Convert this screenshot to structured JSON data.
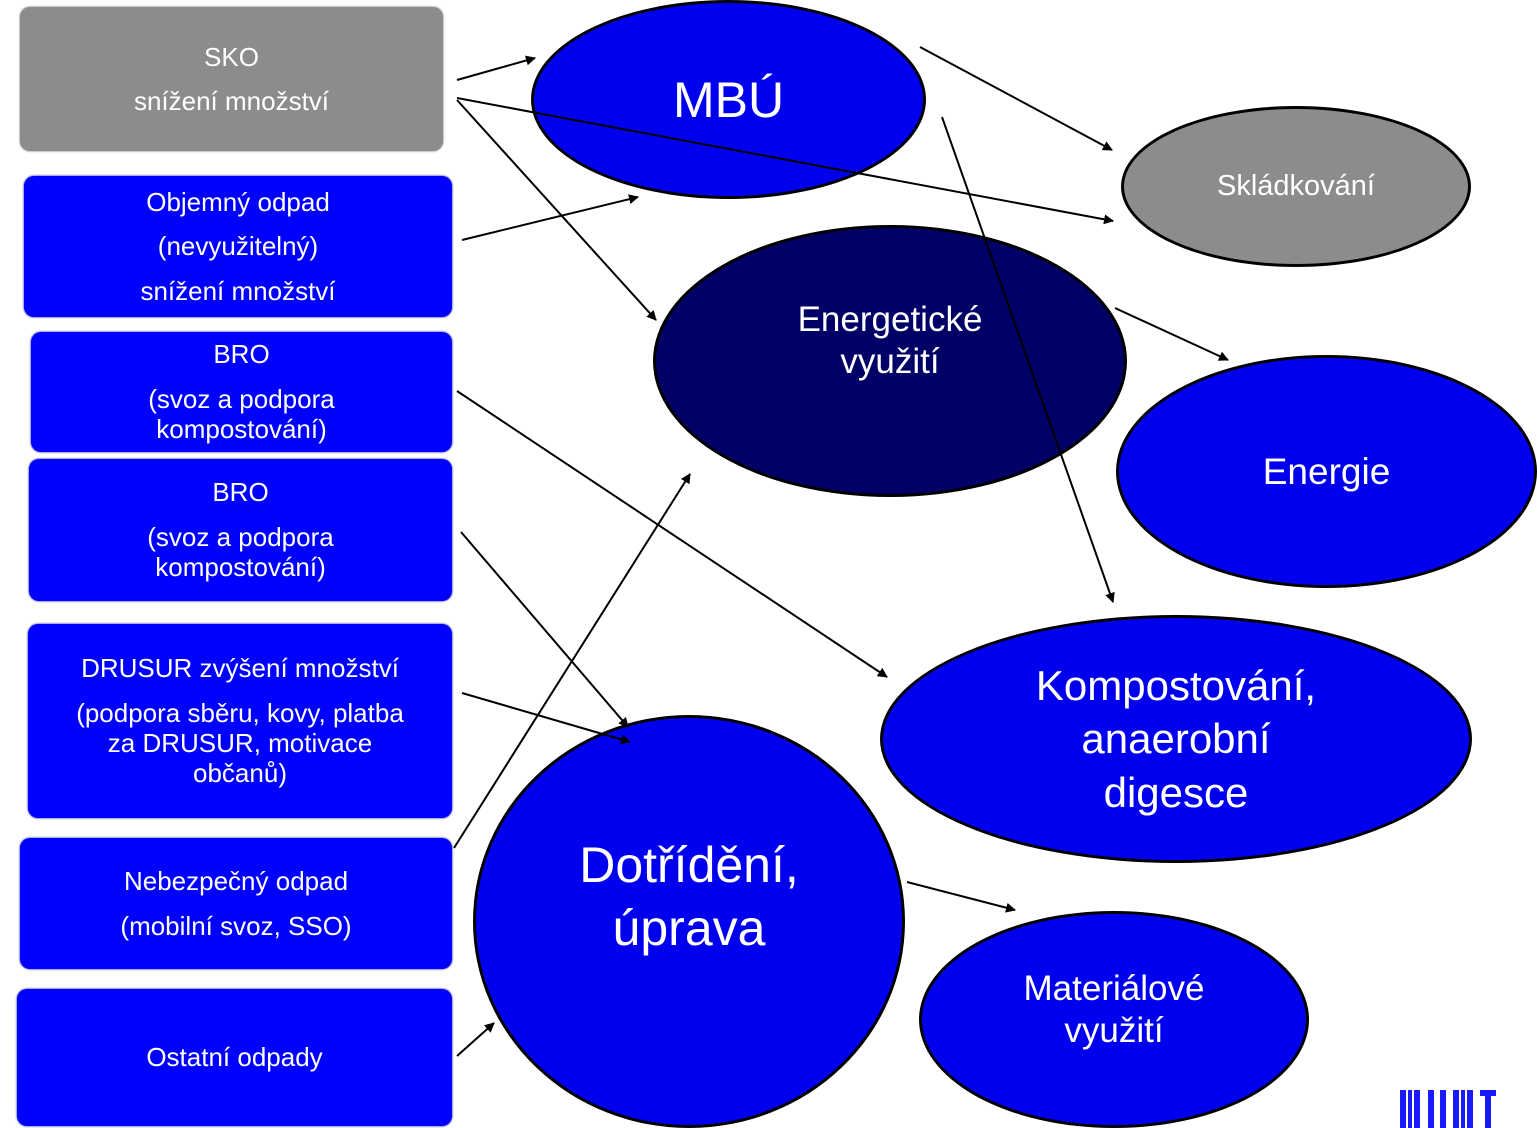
{
  "colors": {
    "box_blue": "#0000ff",
    "box_grey": "#8c8c8c",
    "ellipse_blue": "#0000ee",
    "ellipse_navy": "#000066",
    "ellipse_grey": "#8c8c8c",
    "arrow": "#000000",
    "logo": "#1a1aff"
  },
  "sources": {
    "sko": {
      "title": "SKO",
      "sub": "snížení množství"
    },
    "objemny": {
      "l1": "Objemný odpad",
      "l2": "(nevyužitelný)",
      "l3": "snížení množství"
    },
    "bro1": {
      "l1": "BRO",
      "l2": "(svoz a podpora",
      "l3": "kompostování)"
    },
    "bro2": {
      "l1": "BRO",
      "l2": "(svoz a podpora",
      "l3": "kompostování)"
    },
    "drusur": {
      "l1": "DRUSUR zvýšení množství",
      "l2": "(podpora sběru, kovy, platba",
      "l3": "za DRUSUR, motivace",
      "l4": "občanů)"
    },
    "nebezpecny": {
      "l1": "Nebezpečný odpad",
      "l2": "(mobilní svoz, SSO)"
    },
    "ostatni": {
      "l1": "Ostatní odpady"
    }
  },
  "targets": {
    "mbu": {
      "label": "MBÚ"
    },
    "skladkovani": {
      "label": "Skládkování"
    },
    "energeticke": {
      "l1": "Energetické",
      "l2": "využití"
    },
    "energie": {
      "label": "Energie"
    },
    "kompostovani": {
      "l1": "Kompostování,",
      "l2": "anaerobní",
      "l3": "digesce"
    },
    "dotrideni": {
      "l1": "Dotřídění,",
      "l2": "úprava"
    },
    "materialove": {
      "l1": "Materiálové",
      "l2": "využití"
    }
  },
  "logo_icon": "muni-logo"
}
